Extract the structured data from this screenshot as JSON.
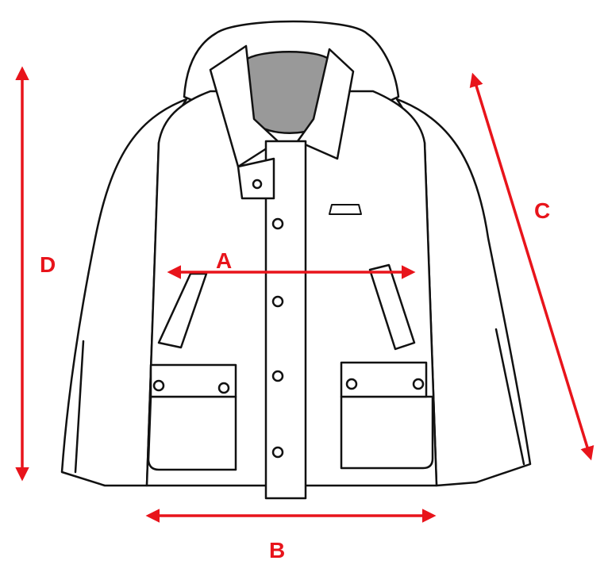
{
  "diagram": {
    "subject": "jacket",
    "accent_color": "#e8141b",
    "measurements": [
      {
        "key": "A",
        "label": "A"
      },
      {
        "key": "B",
        "label": "B"
      },
      {
        "key": "C",
        "label": "C"
      },
      {
        "key": "D",
        "label": "D"
      }
    ]
  }
}
